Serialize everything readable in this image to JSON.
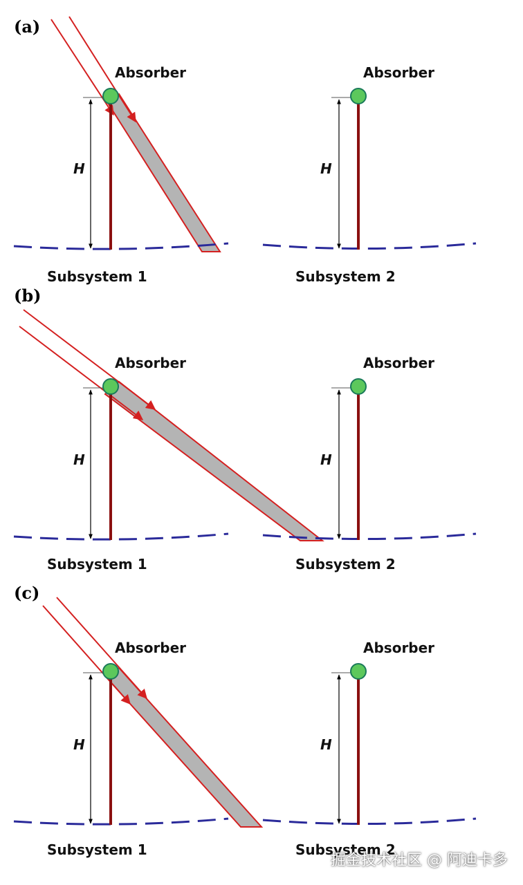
{
  "panels": [
    {
      "letter": "(a)",
      "absorber_left": "Absorber",
      "absorber_right": "Absorber",
      "height_label_left": "H",
      "height_label_right": "H",
      "subsystem_left": "Subsystem 1",
      "subsystem_right": "Subsystem 2"
    },
    {
      "letter": "(b)",
      "absorber_left": "Absorber",
      "absorber_right": "Absorber",
      "height_label_left": "H",
      "height_label_right": "H",
      "subsystem_left": "Subsystem 1",
      "subsystem_right": "Subsystem 2"
    },
    {
      "letter": "(c)",
      "absorber_left": "Absorber",
      "absorber_right": "Absorber",
      "height_label_left": "H",
      "height_label_right": "H",
      "subsystem_left": "Subsystem 1",
      "subsystem_right": "Subsystem 2"
    }
  ],
  "watermark": "掘金技术社区 @ 阿迪卡多",
  "colors": {
    "ray": "#d42020",
    "shadow": "#b4b4b4",
    "tower": "#8b1010",
    "absorber": "#5cc85c",
    "absorber_stroke": "#1a7a5a",
    "mirror": "#2a2a9a"
  }
}
